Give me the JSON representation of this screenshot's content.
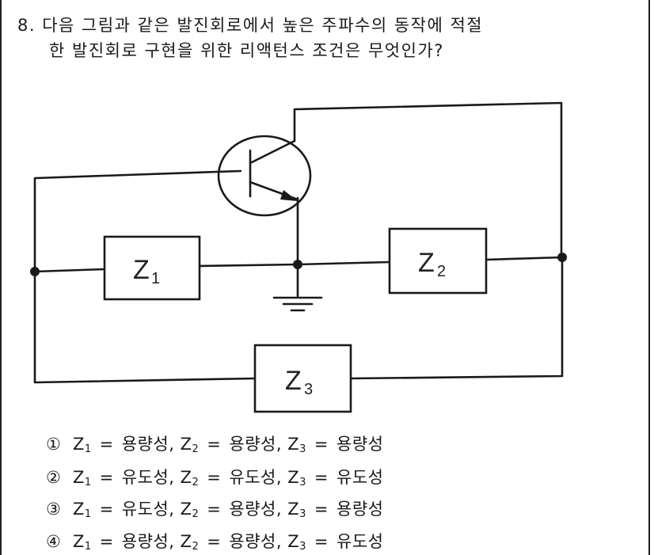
{
  "question": {
    "line1": "8. 다음 그림과 같은 발진회로에서 높은 주파수의 동작에 적절",
    "line2": "한 발진회로 구현을 위한 리액턴스 조건은 무엇인가?"
  },
  "circuit": {
    "z1_letter": "Z",
    "z1_sub": "1",
    "z2_letter": "Z",
    "z2_sub": "2",
    "z3_letter": "Z",
    "z3_sub": "3"
  },
  "options": [
    {
      "marker": "①",
      "z1": "Z",
      "z1_sub": "1",
      "z1_value": "용량성",
      "z2": "Z",
      "z2_sub": "2",
      "z2_value": "용량성",
      "z3": "Z",
      "z3_sub": "3",
      "z3_value": "용량성"
    },
    {
      "marker": "②",
      "z1": "Z",
      "z1_sub": "1",
      "z1_value": "유도성",
      "z2": "Z",
      "z2_sub": "2",
      "z2_value": "유도성",
      "z3": "Z",
      "z3_sub": "3",
      "z3_value": "유도성"
    },
    {
      "marker": "③",
      "z1": "Z",
      "z1_sub": "1",
      "z1_value": "유도성",
      "z2": "Z",
      "z2_sub": "2",
      "z2_value": "용량성",
      "z3": "Z",
      "z3_sub": "3",
      "z3_value": "용량성"
    },
    {
      "marker": "④",
      "z1": "Z",
      "z1_sub": "1",
      "z1_value": "용량성",
      "z2": "Z",
      "z2_sub": "2",
      "z2_value": "용량성",
      "z3": "Z",
      "z3_sub": "3",
      "z3_value": "유도성"
    }
  ],
  "equals_sign": "=",
  "separator": ","
}
